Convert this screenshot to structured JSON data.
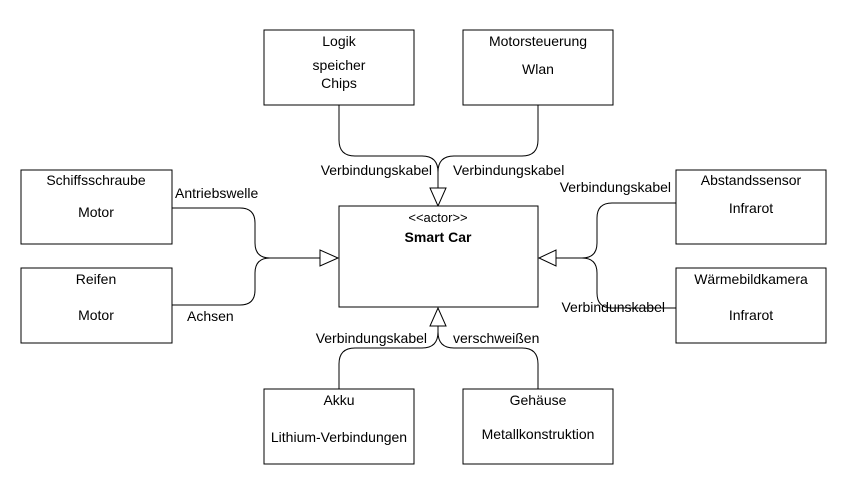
{
  "center": {
    "stereotype": "<<actor>>",
    "name": "Smart Car"
  },
  "nodes": {
    "logik": {
      "title": "Logik",
      "lines": [
        "speicher",
        "Chips"
      ]
    },
    "motorsteuerung": {
      "title": "Motorsteuerung",
      "lines": [
        "Wlan"
      ]
    },
    "schiffsschraube": {
      "title": "Schiffsschraube",
      "lines": [
        "Motor"
      ]
    },
    "reifen": {
      "title": "Reifen",
      "lines": [
        "Motor"
      ]
    },
    "abstandssensor": {
      "title": "Abstandssensor",
      "lines": [
        "Infrarot"
      ]
    },
    "waermebildkamera": {
      "title": "Wärmebildkamera",
      "lines": [
        "Infrarot"
      ]
    },
    "akku": {
      "title": "Akku",
      "lines": [
        "Lithium-Verbindungen"
      ]
    },
    "gehaeuse": {
      "title": "Gehäuse",
      "lines": [
        "Metallkonstruktion"
      ]
    }
  },
  "edges": {
    "logik": "Verbindungskabel",
    "motorsteuerung": "Verbindungskabel",
    "schiffsschraube": "Antriebswelle",
    "reifen": "Achsen",
    "abstandssensor": "Verbindungskabel",
    "waermebildkamera": "Verbindunskabel",
    "akku": "Verbindungskabel",
    "gehaeuse": "verschweißen"
  }
}
